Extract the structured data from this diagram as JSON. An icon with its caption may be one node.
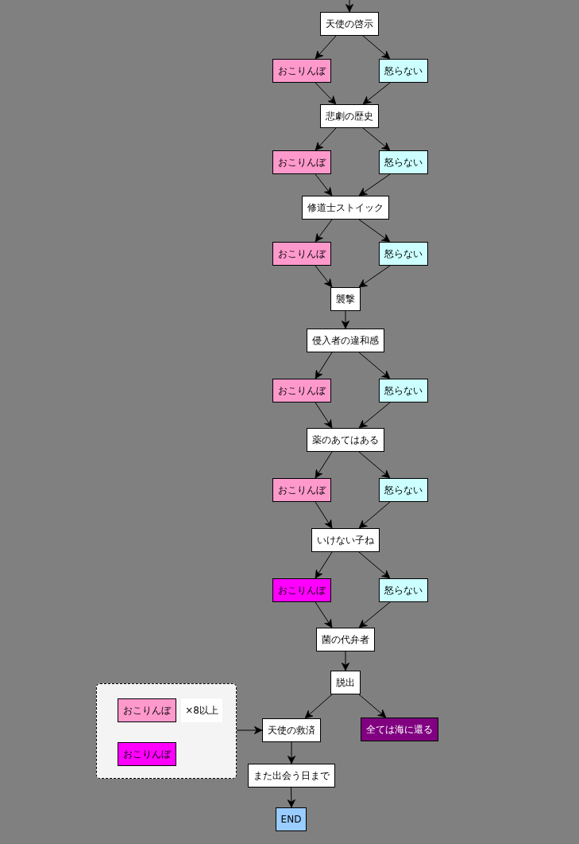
{
  "diagram": {
    "nodes": [
      {
        "text": [
          "天使の啓示"
        ]
      },
      {
        "text": [
          "おこりんぼ"
        ]
      },
      {
        "text": [
          "怒らない"
        ]
      },
      {
        "text": [
          "悲劇の歴史"
        ]
      },
      {
        "text": [
          "おこりんぼ"
        ]
      },
      {
        "text": [
          "怒らない"
        ]
      },
      {
        "text": [
          "修道士ストイック"
        ]
      },
      {
        "text": [
          "おこりんぼ"
        ]
      },
      {
        "text": [
          "怒らない"
        ]
      },
      {
        "text": [
          "襲撃"
        ]
      },
      {
        "text": [
          "侵入者の違和感"
        ]
      },
      {
        "text": [
          "おこりんぼ"
        ]
      },
      {
        "text": [
          "怒らない"
        ]
      },
      {
        "text": [
          "薬のあてはある"
        ]
      },
      {
        "text": [
          "おこりんぼ"
        ]
      },
      {
        "text": [
          "怒らない"
        ]
      },
      {
        "text": [
          "いけない子ね"
        ]
      },
      {
        "text": [
          "おこりんぼ"
        ]
      },
      {
        "text": [
          "怒らない"
        ]
      },
      {
        "text": [
          "菌の代弁者"
        ]
      },
      {
        "text": [
          "脱出"
        ]
      },
      {
        "text": [],
        "shape": "box"
      },
      {
        "text": [
          "おこりんぼ"
        ],
        "in": 21
      },
      {
        "text": [
          "×8以上"
        ],
        "in": 21
      },
      {
        "text": [
          "おこりんぼ"
        ],
        "in": 21
      },
      {
        "text": [
          "天使の救済"
        ]
      },
      {
        "text": [
          "全ては海に還る"
        ]
      },
      {
        "text": [
          "また出会う日まで"
        ]
      },
      {
        "text": [
          "END"
        ]
      }
    ],
    "edges": [
      {
        "from": null,
        "to": 0,
        "arrow": "to"
      },
      {
        "from": 0,
        "to": 1,
        "arrow": "to"
      },
      {
        "from": 0,
        "to": 2,
        "arrow": "to"
      },
      {
        "from": 1,
        "to": 3,
        "arrow": "to"
      },
      {
        "from": 2,
        "to": 3,
        "arrow": "to"
      },
      {
        "from": 3,
        "to": 4,
        "arrow": "to"
      },
      {
        "from": 3,
        "to": 5,
        "arrow": "to"
      },
      {
        "from": 4,
        "to": 6,
        "arrow": "to"
      },
      {
        "from": 5,
        "to": 6,
        "arrow": "to"
      },
      {
        "from": 6,
        "to": 7,
        "arrow": "to"
      },
      {
        "from": 6,
        "to": 8,
        "arrow": "to"
      },
      {
        "from": 7,
        "to": 9,
        "arrow": "to"
      },
      {
        "from": 8,
        "to": 9,
        "arrow": "to"
      },
      {
        "from": 9,
        "to": 10,
        "arrow": "to"
      },
      {
        "from": 10,
        "to": 11,
        "arrow": "to"
      },
      {
        "from": 10,
        "to": 12,
        "arrow": "to"
      },
      {
        "from": 11,
        "to": 13,
        "arrow": "to"
      },
      {
        "from": 12,
        "to": 13,
        "arrow": "to"
      },
      {
        "from": 13,
        "to": 14,
        "arrow": "to"
      },
      {
        "from": 13,
        "to": 15,
        "arrow": "to"
      },
      {
        "from": 14,
        "to": 16,
        "arrow": "to"
      },
      {
        "from": 15,
        "to": 16,
        "arrow": "to"
      },
      {
        "from": 16,
        "to": 17,
        "arrow": "to"
      },
      {
        "from": 16,
        "to": 18,
        "arrow": "to"
      },
      {
        "from": 17,
        "to": 19,
        "arrow": "to"
      },
      {
        "from": 18,
        "to": 19,
        "arrow": "to"
      },
      {
        "from": 19,
        "to": 20,
        "arrow": "to"
      },
      {
        "from": 20,
        "to": 25,
        "arrow": "to"
      },
      {
        "from": 20,
        "to": 26,
        "arrow": "to"
      },
      {
        "from": 21,
        "to": 25,
        "arrow": "to"
      },
      {
        "from": 25,
        "to": 27,
        "arrow": "to"
      },
      {
        "from": 27,
        "to": 28,
        "arrow": "to"
      }
    ]
  }
}
